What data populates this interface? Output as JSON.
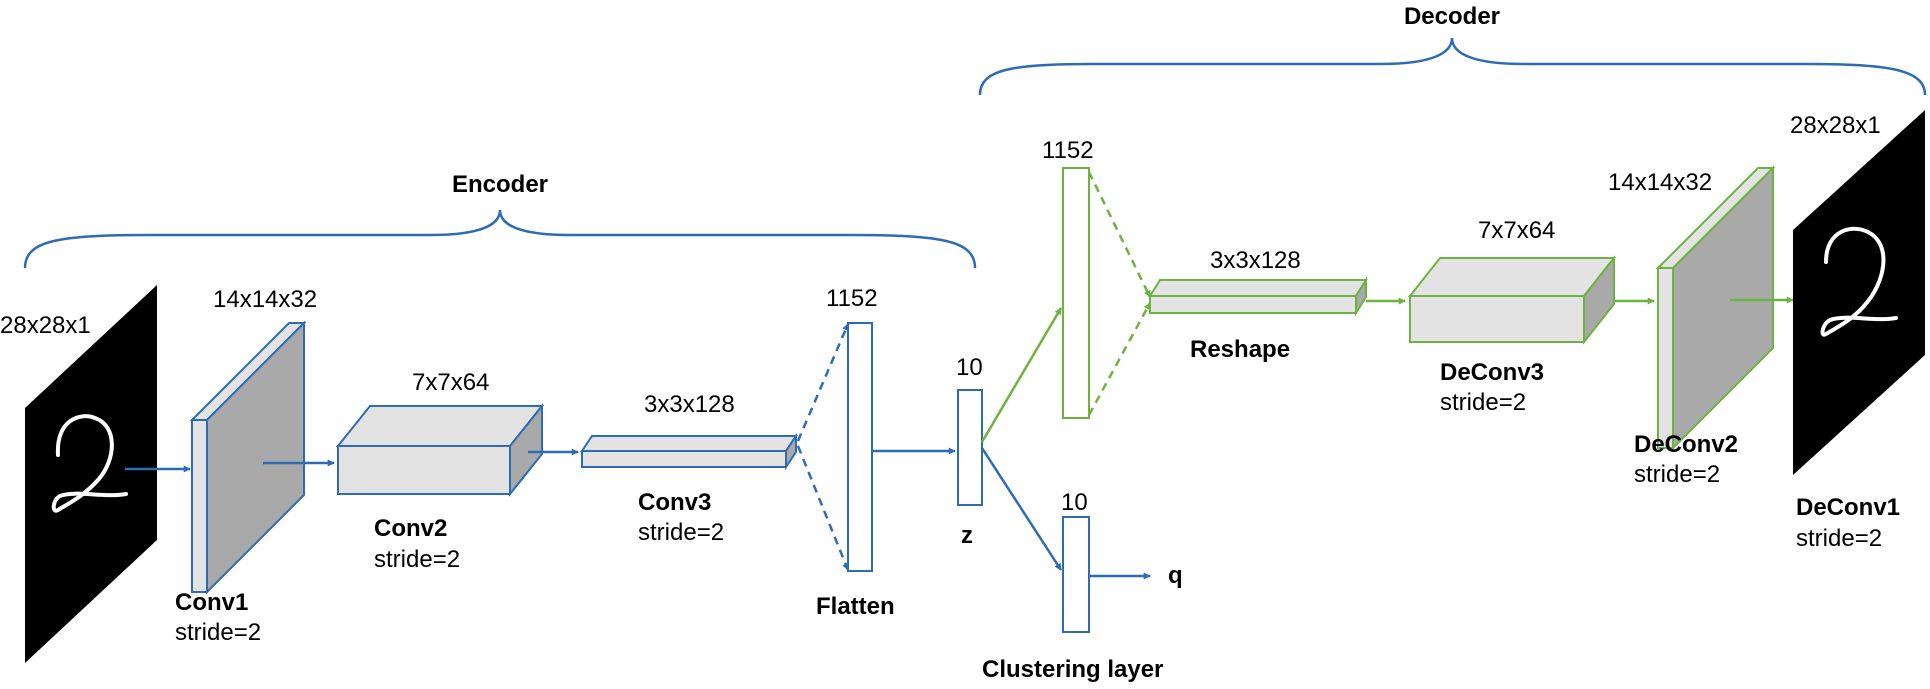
{
  "encoder": {
    "title": "Encoder"
  },
  "decoder": {
    "title": "Decoder"
  },
  "input": {
    "shape": "28x28x1"
  },
  "conv1": {
    "shape": "14x14x32",
    "name": "Conv1",
    "stride": "stride=2"
  },
  "conv2": {
    "shape": "7x7x64",
    "name": "Conv2",
    "stride": "stride=2"
  },
  "conv3": {
    "shape": "3x3x128",
    "name": "Conv3",
    "stride": "stride=2"
  },
  "flatten": {
    "shape": "1152",
    "name": "Flatten"
  },
  "embedding": {
    "shape": "10",
    "name": "z"
  },
  "clustering": {
    "shape": "10",
    "name": "Clustering layer",
    "output": "q"
  },
  "dense": {
    "shape": "1152"
  },
  "reshape": {
    "shape": "3x3x128",
    "name": "Reshape"
  },
  "deconv3": {
    "shape": "7x7x64",
    "name": "DeConv3",
    "stride": "stride=2"
  },
  "deconv2": {
    "shape": "14x14x32",
    "name": "DeConv2",
    "stride": "stride=2"
  },
  "output": {
    "shape": "28x28x1"
  },
  "deconv1": {
    "name": "DeConv1",
    "stride": "stride=2"
  },
  "colors": {
    "encoder": "#2E6BB5",
    "decoder": "#6DB33F",
    "face": "#E3E3E3",
    "side": "#A9A9A9"
  }
}
